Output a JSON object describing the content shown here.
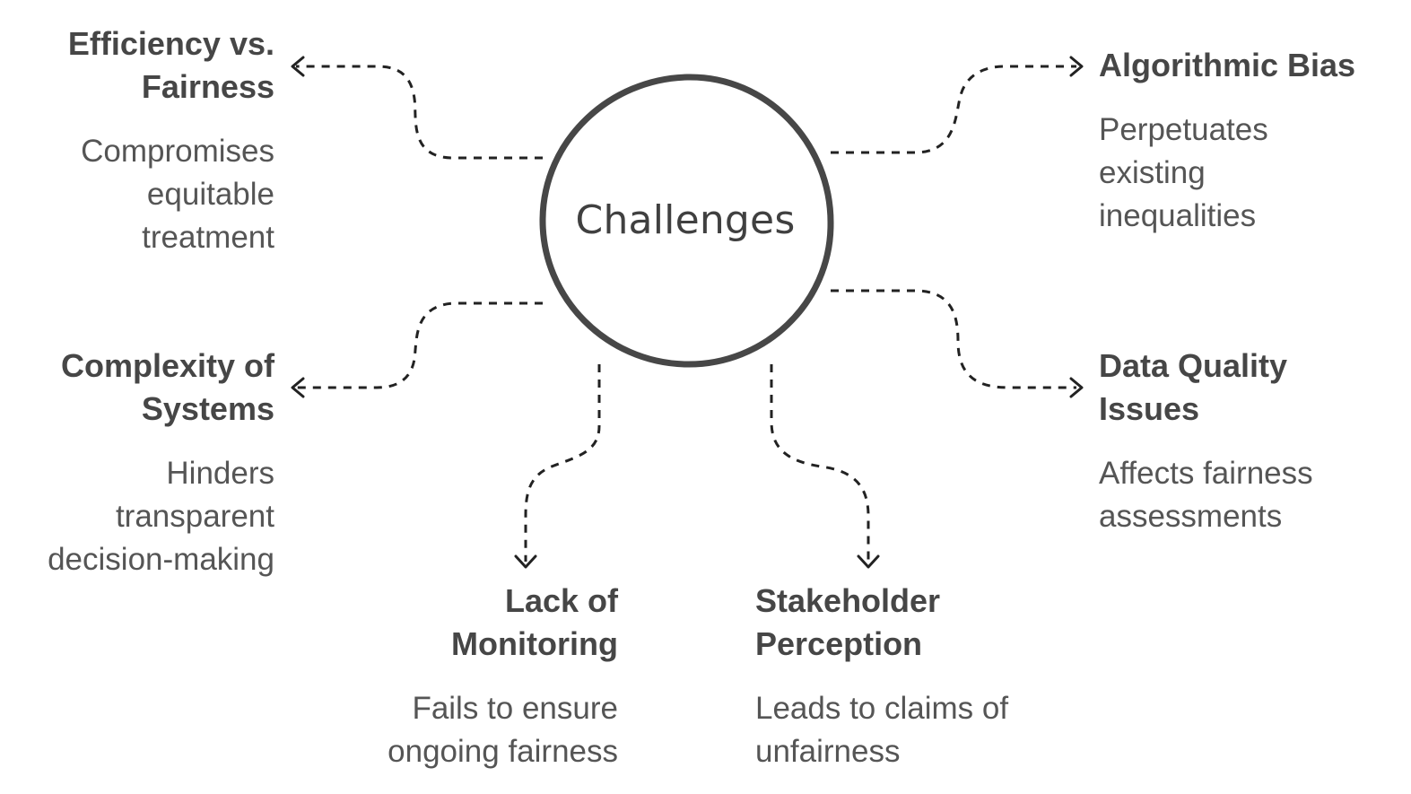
{
  "center": {
    "label": "Challenges"
  },
  "nodes": {
    "efficiency": {
      "title_lines": [
        "Efficiency vs.",
        "Fairness"
      ],
      "desc_lines": [
        "Compromises",
        "equitable",
        "treatment"
      ]
    },
    "complexity": {
      "title_lines": [
        "Complexity of",
        "Systems"
      ],
      "desc_lines": [
        "Hinders",
        "transparent",
        "decision-making"
      ]
    },
    "monitoring": {
      "title_lines": [
        "Lack of",
        "Monitoring"
      ],
      "desc_lines": [
        "Fails to ensure",
        "ongoing fairness"
      ]
    },
    "algorithmic": {
      "title_lines": [
        "Algorithmic Bias"
      ],
      "desc_lines": [
        "Perpetuates",
        "existing",
        "inequalities"
      ]
    },
    "data_quality": {
      "title_lines": [
        "Data Quality",
        "Issues"
      ],
      "desc_lines": [
        "Affects fairness",
        "assessments"
      ]
    },
    "stakeholder": {
      "title_lines": [
        "Stakeholder",
        "Perception"
      ],
      "desc_lines": [
        "Leads to claims of",
        "unfairness"
      ]
    }
  },
  "colors": {
    "circle_stroke": "#474747",
    "connector": "#222222",
    "title_text": "#464646",
    "desc_text": "#555555"
  }
}
